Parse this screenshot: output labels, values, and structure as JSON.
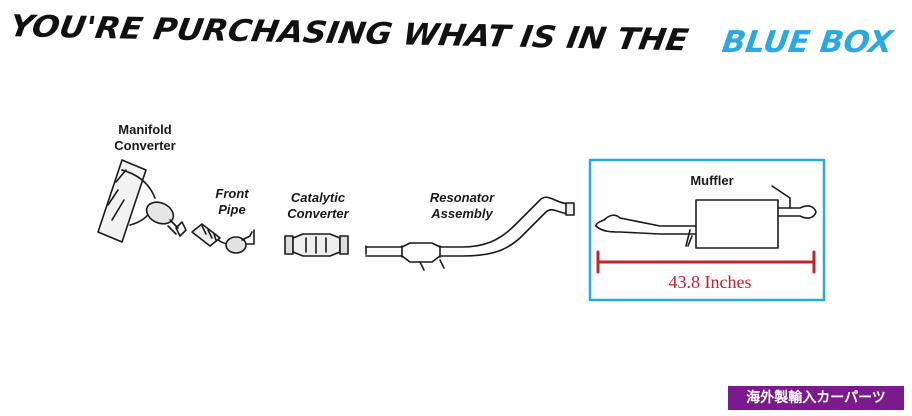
{
  "headline": {
    "prefix": "YOU'RE PURCHASING WHAT IS IN THE",
    "highlight": "BLUE BOX",
    "prefix_color": "#111111",
    "highlight_color": "#29a9e0"
  },
  "parts": {
    "manifold": "Manifold\nConverter",
    "front_pipe": "Front\nPipe",
    "catalytic": "Catalytic\nConverter",
    "resonator": "Resonator\nAssembly",
    "muffler": "Muffler"
  },
  "measurement": {
    "label": "43.8 Inches",
    "color": "#c8202a"
  },
  "selection_box_color": "#29a9e0",
  "badge": {
    "text": "海外製輸入カーパーツ",
    "color": "#7b1a8c"
  }
}
